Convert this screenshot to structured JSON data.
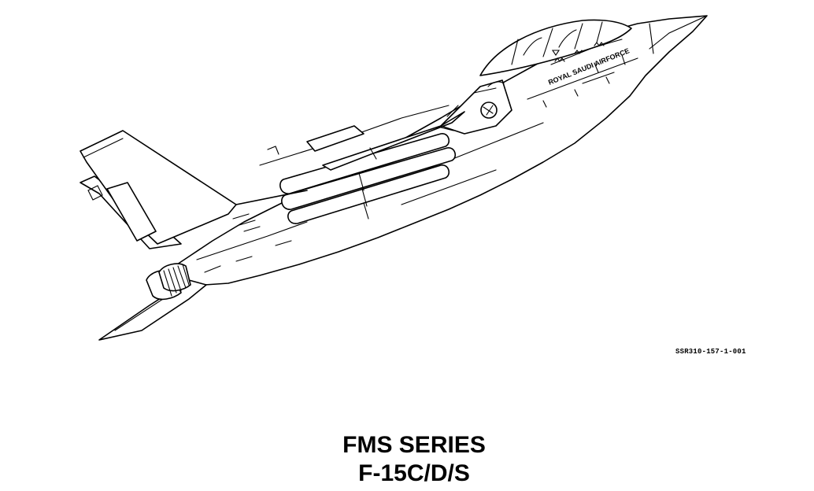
{
  "figure": {
    "fuselage_marking": "ROYAL SAUDI AIRFORCE",
    "figure_id": "SSR310-157-1-001"
  },
  "title": {
    "line1": "FMS SERIES",
    "line2": "F-15C/D/S"
  }
}
